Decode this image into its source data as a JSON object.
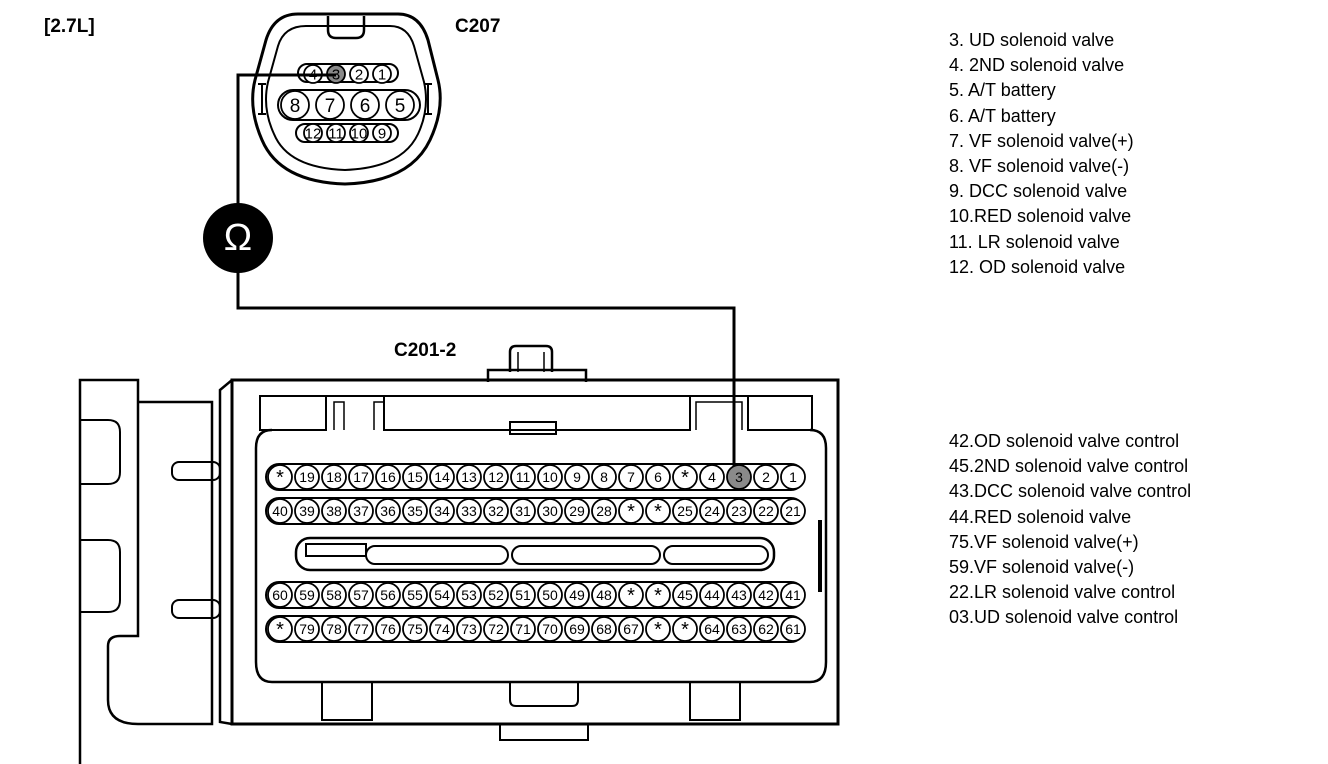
{
  "engine_label": "[2.7L]",
  "connector_c207": {
    "name": "C207",
    "pins": [
      "4",
      "3",
      "2",
      "1",
      "8",
      "7",
      "6",
      "5",
      "12",
      "11",
      "10",
      "9"
    ],
    "highlighted_pin": "3"
  },
  "connector_c201": {
    "name": "C201-2",
    "rows": [
      [
        "*",
        "19",
        "18",
        "17",
        "16",
        "15",
        "14",
        "13",
        "12",
        "11",
        "10",
        "9",
        "8",
        "7",
        "6",
        "*",
        "4",
        "3",
        "2",
        "1"
      ],
      [
        "40",
        "39",
        "38",
        "37",
        "36",
        "35",
        "34",
        "33",
        "32",
        "31",
        "30",
        "29",
        "28",
        "*",
        "*",
        "25",
        "24",
        "23",
        "22",
        "21"
      ],
      [
        "60",
        "59",
        "58",
        "57",
        "56",
        "55",
        "54",
        "53",
        "52",
        "51",
        "50",
        "49",
        "48",
        "*",
        "*",
        "45",
        "44",
        "43",
        "42",
        "41"
      ],
      [
        "*",
        "79",
        "78",
        "77",
        "76",
        "75",
        "74",
        "73",
        "72",
        "71",
        "70",
        "69",
        "68",
        "67",
        "*",
        "*",
        "64",
        "63",
        "62",
        "61"
      ]
    ],
    "highlighted_pin": "3"
  },
  "meter_symbol": "Ω",
  "legend_c207": [
    "3. UD solenoid valve",
    "4. 2ND solenoid valve",
    "5. A/T battery",
    "6. A/T battery",
    "7. VF solenoid valve(+)",
    "8. VF solenoid valve(-)",
    "9. DCC solenoid valve",
    "10.RED solenoid valve",
    "11. LR solenoid valve",
    "12. OD solenoid valve"
  ],
  "legend_c201": [
    "42.OD solenoid valve control",
    "45.2ND solenoid valve control",
    "43.DCC solenoid valve control",
    "44.RED solenoid valve",
    "75.VF solenoid valve(+)",
    "59.VF solenoid valve(-)",
    "22.LR solenoid valve control",
    "03.UD solenoid valve control"
  ],
  "colors": {
    "ink": "#000000",
    "highlight": "#8a8a8a",
    "paper": "#ffffff"
  }
}
